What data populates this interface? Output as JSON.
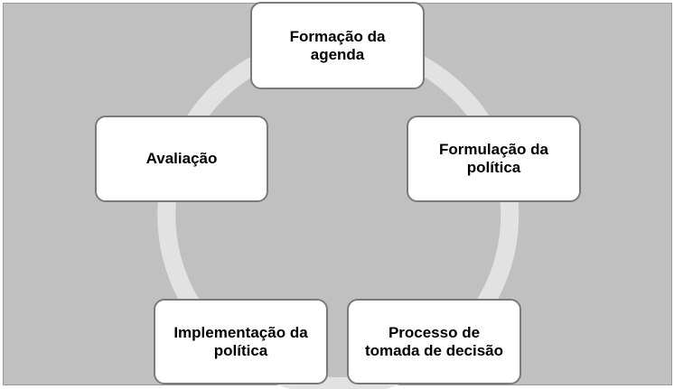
{
  "diagram": {
    "colors": {
      "background": "#c0c0c0",
      "ring": "#e2e2e2",
      "node_fill": "#ffffff",
      "node_border": "#7a7a7a",
      "text": "#000000"
    },
    "nodes": [
      {
        "label": "Formação da\nagenda"
      },
      {
        "label": "Formulação da\npolítica"
      },
      {
        "label": "Processo de\ntomada de decisão"
      },
      {
        "label": "Implementação da\npolítica"
      },
      {
        "label": "Avaliação"
      }
    ],
    "cycle_direction": "clockwise"
  }
}
